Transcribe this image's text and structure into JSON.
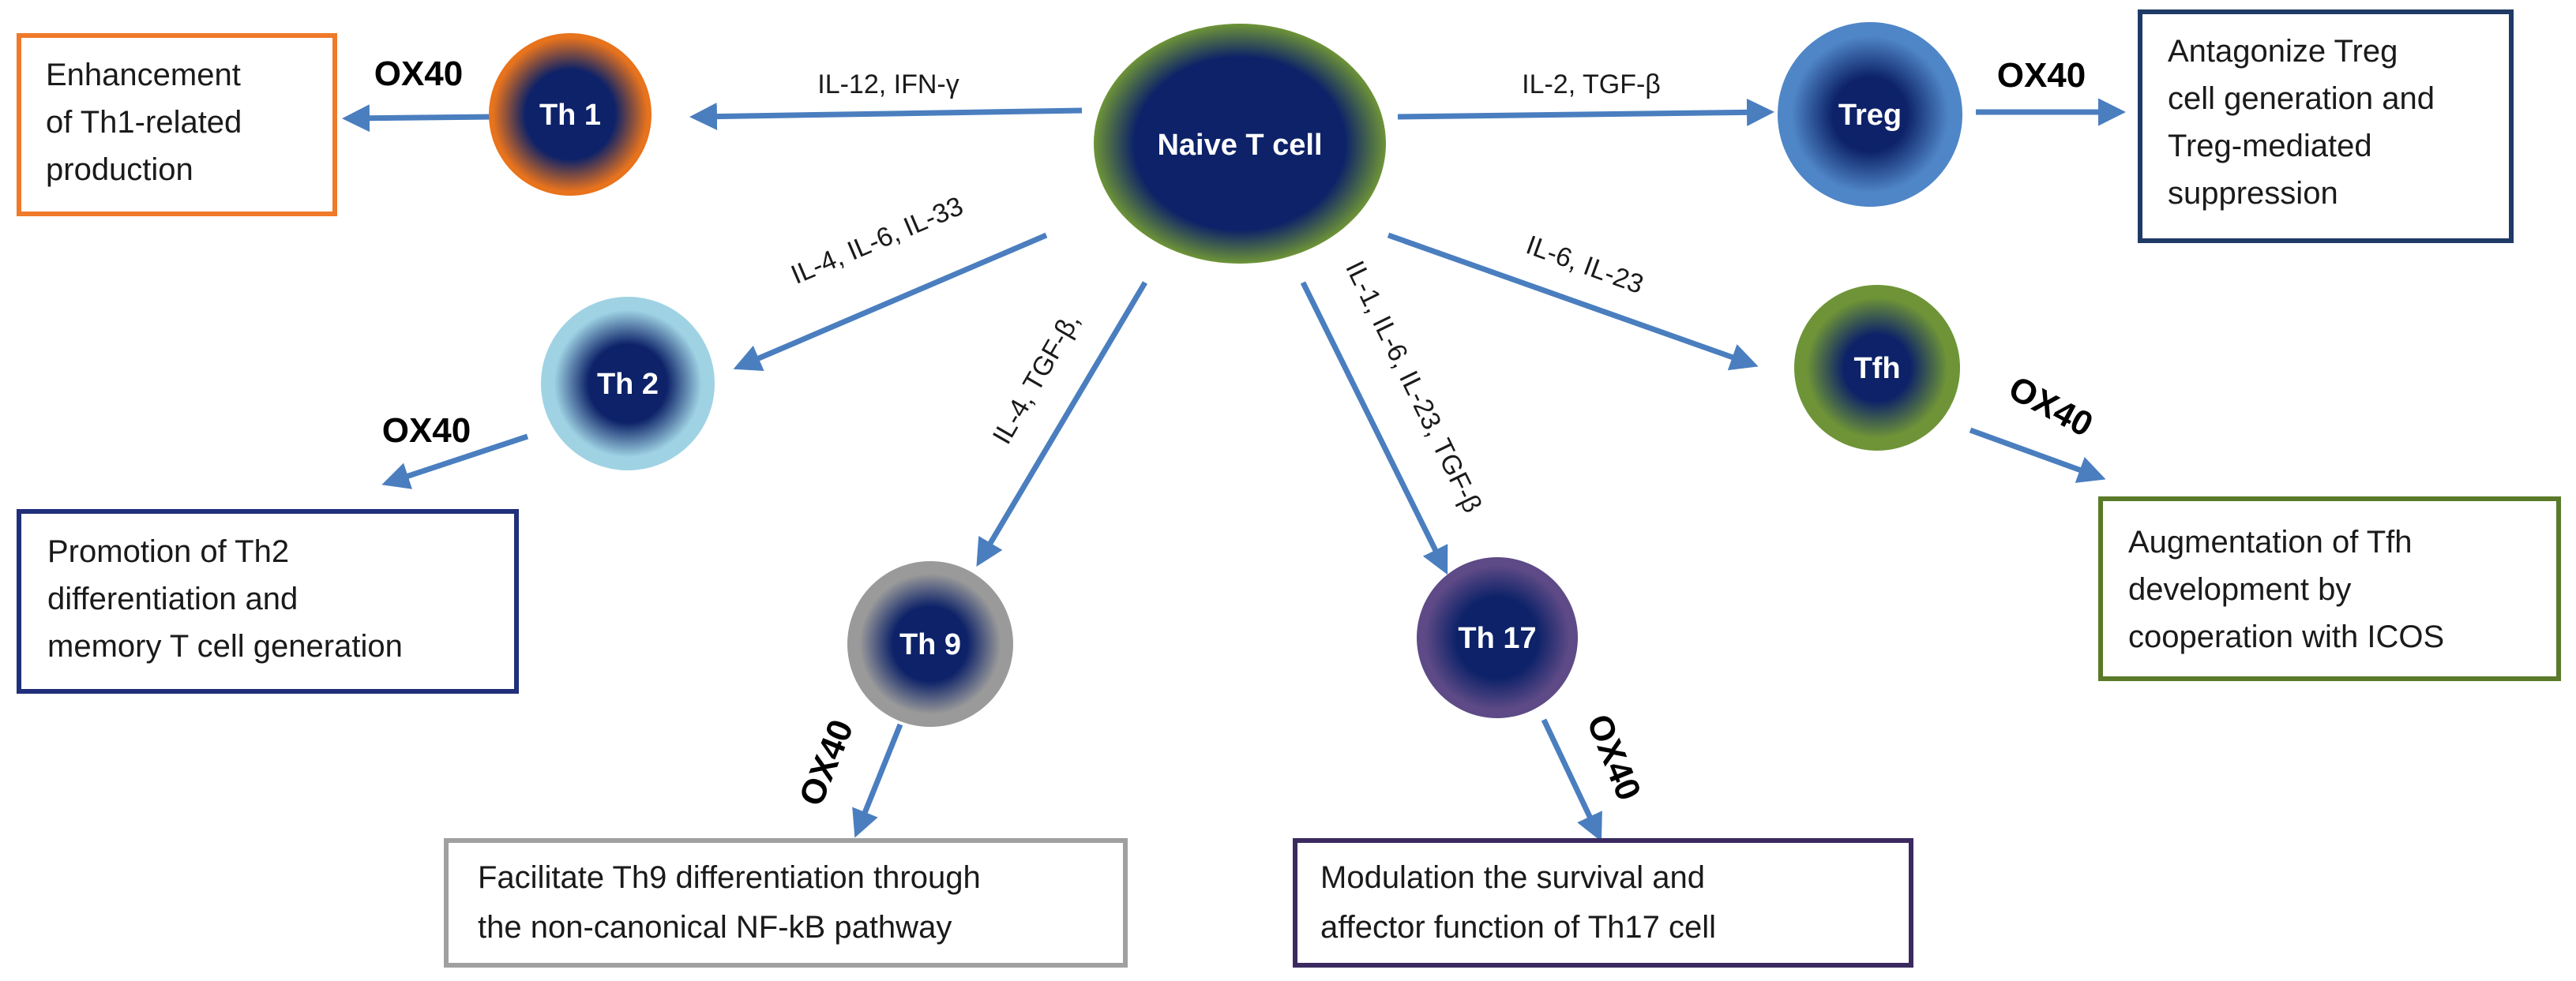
{
  "colors": {
    "arrow": "#4a7ebf",
    "cell_core": "#0d2268",
    "naive_ring": "#6e9437",
    "th1_ring": "#e8731d",
    "th2_ring": "#9fd3e4",
    "th9_ring": "#9a9a9a",
    "th17_ring": "#5e4a86",
    "treg_ring": "#4f86c7",
    "tfh_ring": "#6e9437",
    "box_th1": "#ef7a2a",
    "box_th2": "#1f2f7a",
    "box_th9": "#a0a0a0",
    "box_th17": "#3a2a60",
    "box_treg": "#1f3a66",
    "box_tfh": "#5a7a2a"
  },
  "cells": {
    "naive": "Naive T cell",
    "th1": "Th 1",
    "th2": "Th 2",
    "th9": "Th 9",
    "th17": "Th 17",
    "treg": "Treg",
    "tfh": "Tfh"
  },
  "cytokines": {
    "th1": "IL-12, IFN-γ",
    "treg": "IL-2, TGF-β",
    "th2": "IL-4, IL-6, IL-33",
    "th9": "IL-4, TGF-β,",
    "th17": "IL-1, IL-6, IL-23, TGF-β",
    "tfh": "IL-6, IL-23"
  },
  "ox40": {
    "th1": "OX40",
    "treg": "OX40",
    "th2": "OX40",
    "th9": "OX40",
    "th17": "OX40",
    "tfh": "OX40"
  },
  "boxes": {
    "th1": [
      "Enhancement",
      "of Th1-related",
      "production"
    ],
    "treg": [
      "Antagonize Treg",
      "cell generation and",
      "Treg-mediated",
      "suppression"
    ],
    "th2": [
      "Promotion of Th2",
      "differentiation and",
      "memory T cell generation"
    ],
    "th9": [
      "Facilitate Th9 differentiation through",
      "the non-canonical NF-kB pathway"
    ],
    "th17": [
      "Modulation the survival and",
      "affector function of Th17 cell"
    ],
    "tfh": [
      "Augmentation of Tfh",
      "development by",
      "cooperation with ICOS"
    ]
  },
  "icons": {
    "arrowhead": "arrowhead-icon"
  }
}
